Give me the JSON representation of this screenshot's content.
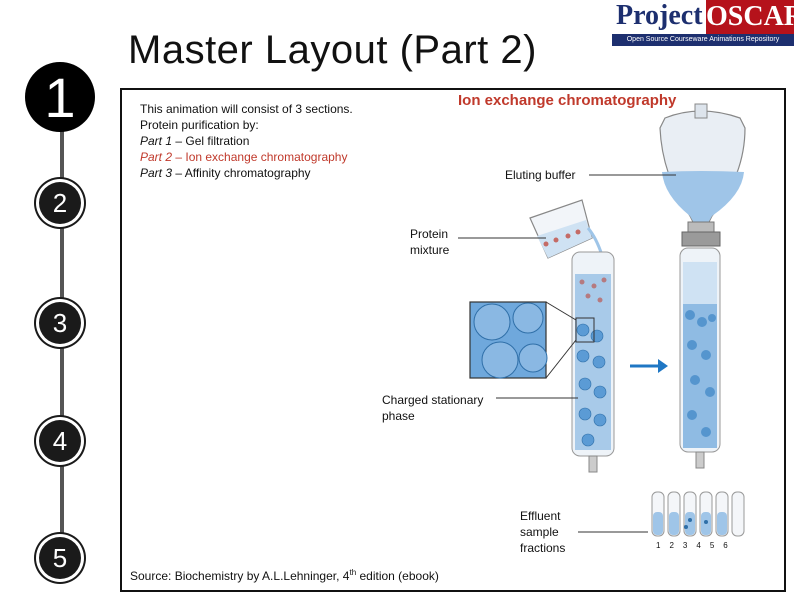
{
  "steps": [
    "1",
    "2",
    "3",
    "4",
    "5"
  ],
  "title": "Master Layout (Part 2)",
  "logo": {
    "project": "Project",
    "oscar": "OSCAR",
    "tagline": "Open Source Courseware Animations Repository"
  },
  "description": {
    "line1": "This animation will consist of 3 sections.",
    "line2": "Protein purification by:",
    "part1_label": "Part 1",
    "part1_text": " – Gel filtration",
    "part2_label": "Part 2",
    "part2_text": " – Ion exchange chromatography",
    "part3_label": "Part 3",
    "part3_text": " – Affinity chromatography"
  },
  "diagram": {
    "title": "Ion exchange chromatography",
    "labels": {
      "eluting_buffer": "Eluting buffer",
      "protein_mixture_1": "Protein",
      "protein_mixture_2": "mixture",
      "charged_phase_1": "Charged stationary",
      "charged_phase_2": "phase",
      "effluent_1": "Effluent",
      "effluent_2": "sample",
      "effluent_3": "fractions"
    },
    "fraction_numbers": [
      "1",
      "2",
      "3",
      "4",
      "5",
      "6"
    ]
  },
  "source": {
    "prefix": "Source: Biochemistry by A.L.Lehninger, 4",
    "sup": "th",
    "suffix": " edition (ebook)"
  },
  "colors": {
    "accent_red": "#c0392b",
    "bead_blue": "#6fa8dc",
    "liquid_blue": "#9fc5e8",
    "arrow_blue": "#1f77c4"
  }
}
